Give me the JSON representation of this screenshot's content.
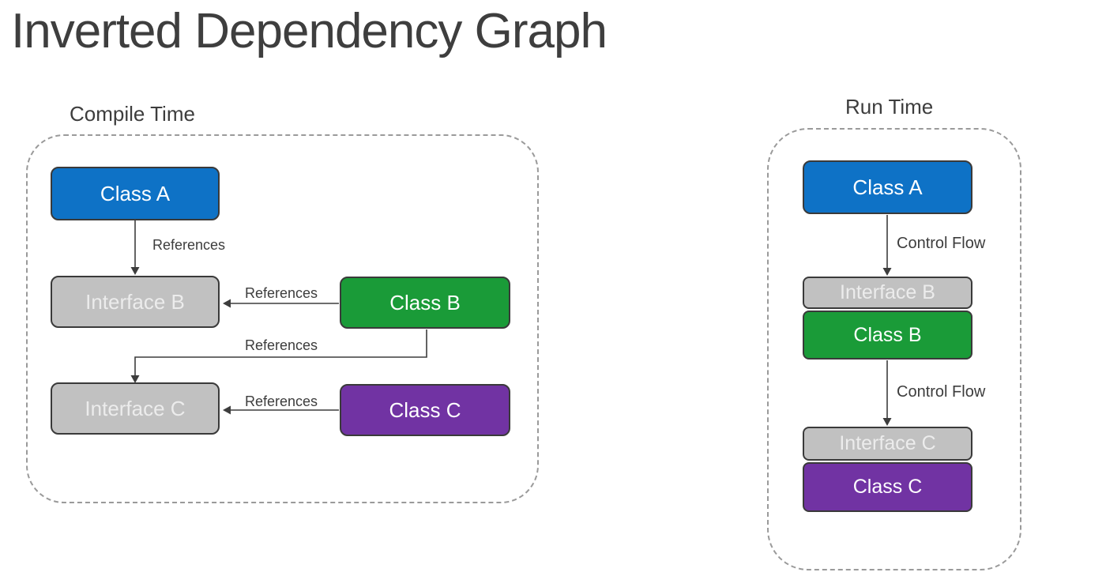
{
  "title": "Inverted Dependency Graph",
  "colors": {
    "class_blue": "#0e72c6",
    "class_green": "#1a9b38",
    "class_purple": "#7133a3",
    "interface_gray": "#c1c1c1",
    "node_border": "#3a3a3a",
    "dashed_border": "#9a9a9a",
    "text_dark": "#3d3d3d"
  },
  "compile_time": {
    "label": "Compile Time",
    "nodes": {
      "class_a": "Class A",
      "interface_b": "Interface B",
      "class_b": "Class B",
      "interface_c": "Interface C",
      "class_c": "Class C"
    },
    "edges": {
      "class_a_to_interface_b": "References",
      "class_b_to_interface_b": "References",
      "class_b_to_interface_c": "References",
      "class_c_to_interface_c": "References"
    }
  },
  "run_time": {
    "label": "Run Time",
    "nodes": {
      "class_a": "Class A",
      "interface_b": "Interface B",
      "class_b": "Class B",
      "interface_c": "Interface C",
      "class_c": "Class C"
    },
    "edges": {
      "class_a_to_interface_b": "Control Flow",
      "class_b_to_interface_c": "Control Flow"
    }
  }
}
